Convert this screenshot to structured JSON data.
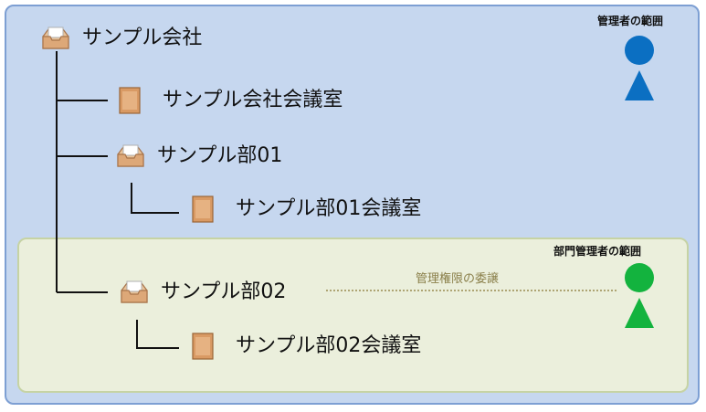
{
  "scopes": {
    "admin_label": "管理者の範囲",
    "dept_admin_label": "部門管理者の範囲"
  },
  "delegation_label": "管理権限の委譲",
  "tree": {
    "company": "サンプル会社",
    "company_room": "サンプル会社会議室",
    "dept01": "サンプル部01",
    "dept01_room": "サンプル部01会議室",
    "dept02": "サンプル部02",
    "dept02_room": "サンプル部02会議室"
  },
  "colors": {
    "admin_person": "#0b6fc2",
    "dept_admin_person": "#13b33e",
    "outer_bg": "#c6d7ef",
    "inner_bg": "#ebefdc"
  },
  "icons": {
    "org": "inbox-tray-icon",
    "room": "room-box-icon"
  }
}
